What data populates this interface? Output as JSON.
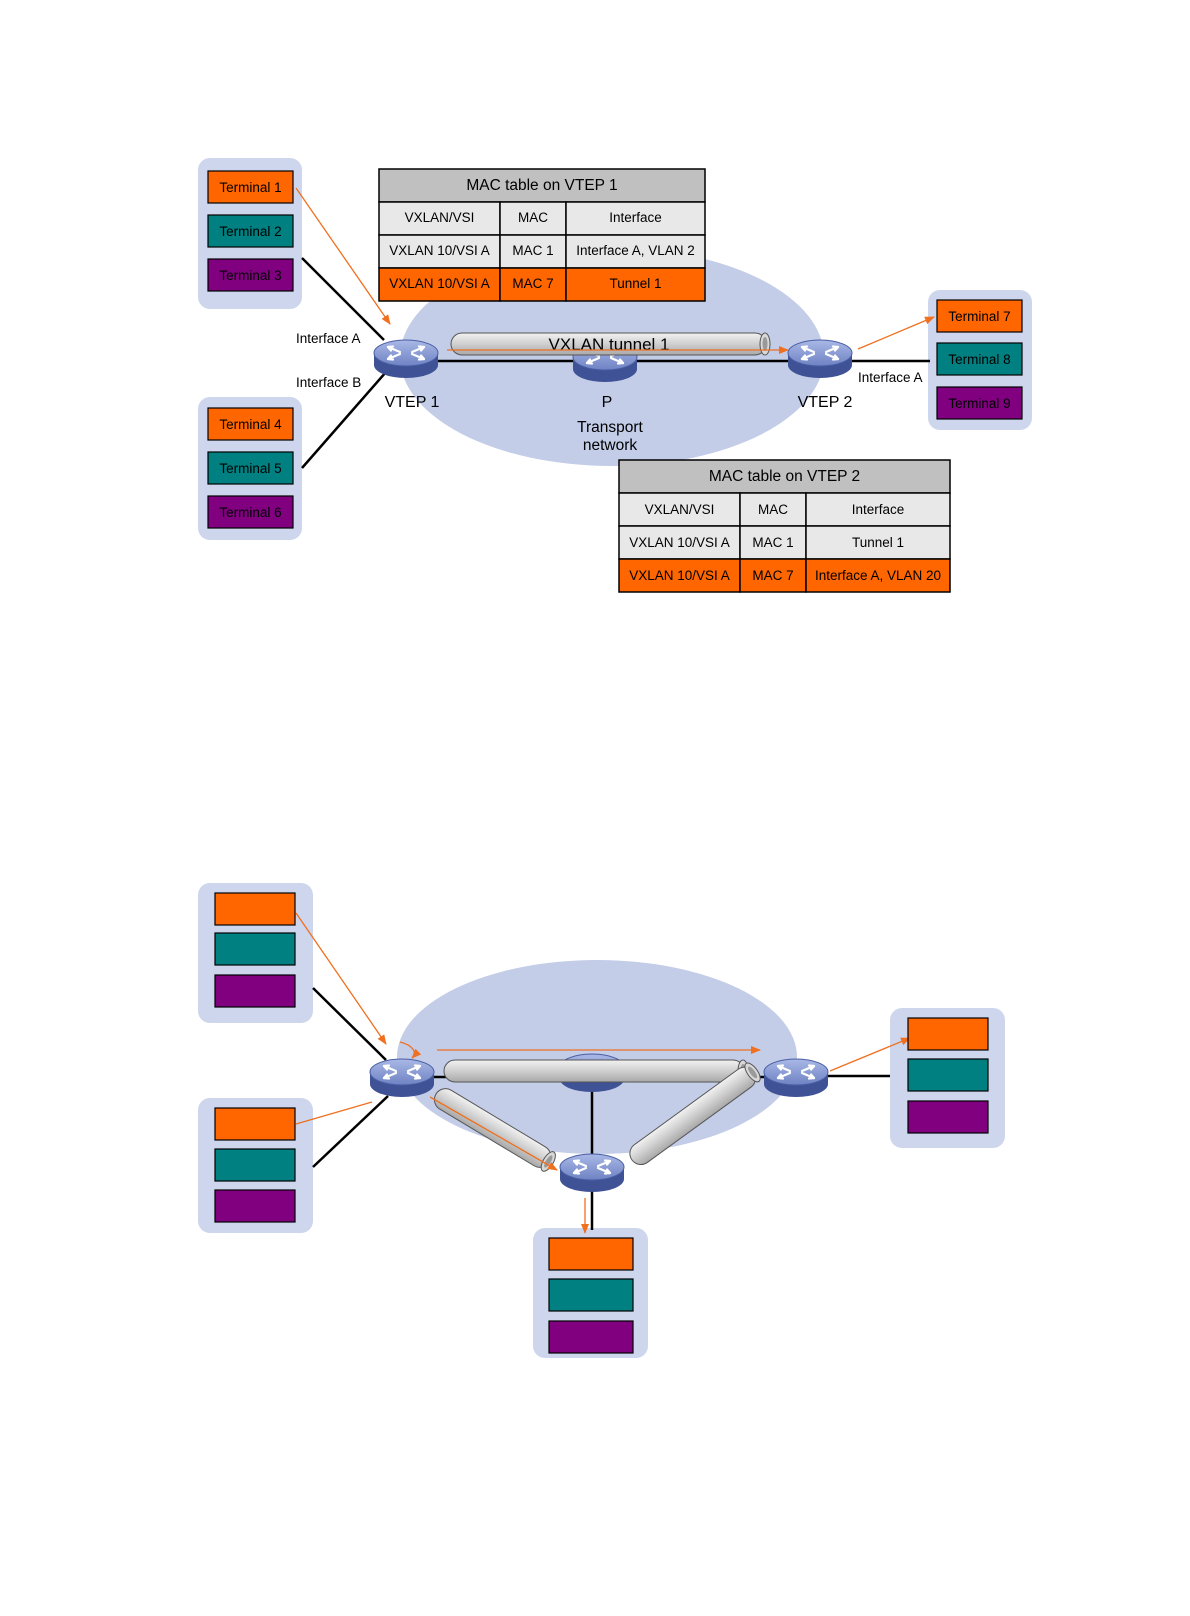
{
  "colors": {
    "orange": "#ff6600",
    "teal": "#008080",
    "purple": "#800080",
    "group_bg": "#cdd6ec",
    "network_bg": "#c3cde8",
    "table_header": "#c0c0c0",
    "table_row": "#e8e8e8",
    "arrow": "#f07020",
    "device": "#5a6fb0"
  },
  "diagram1": {
    "terminals": [
      "Terminal 1",
      "Terminal 2",
      "Terminal 3",
      "Terminal 4",
      "Terminal 5",
      "Terminal 6",
      "Terminal 7",
      "Terminal 8",
      "Terminal 9"
    ],
    "labels": {
      "interface_a_vtep1": "Interface A",
      "interface_b_vtep1": "Interface B",
      "interface_a_vtep2": "Interface A",
      "vtep1": "VTEP 1",
      "vtep2": "VTEP 2",
      "p": "P",
      "transport_1": "Transport",
      "transport_2": "network",
      "tunnel": "VXLAN tunnel 1"
    },
    "table1": {
      "title": "MAC table on VTEP 1",
      "headers": [
        "VXLAN/VSI",
        "MAC",
        "Interface"
      ],
      "rows": [
        [
          "VXLAN 10/VSI A",
          "MAC 1",
          "Interface A, VLAN 2"
        ],
        [
          "VXLAN 10/VSI A",
          "MAC 7",
          "Tunnel 1"
        ]
      ]
    },
    "table2": {
      "title": "MAC table on VTEP 2",
      "headers": [
        "VXLAN/VSI",
        "MAC",
        "Interface"
      ],
      "rows": [
        [
          "VXLAN 10/VSI A",
          "MAC 1",
          "Tunnel 1"
        ],
        [
          "VXLAN 10/VSI A",
          "MAC 7",
          "Interface A, VLAN 20"
        ]
      ]
    }
  }
}
